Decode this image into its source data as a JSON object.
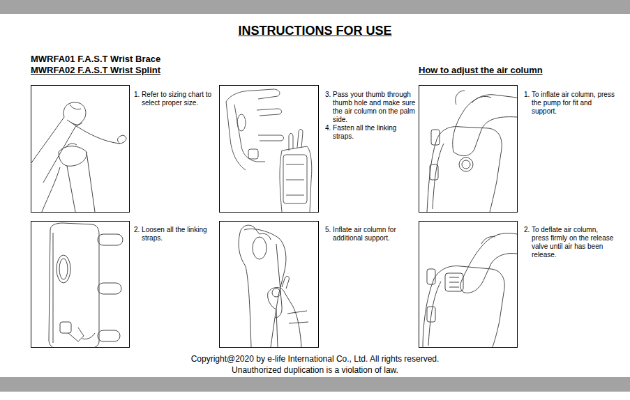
{
  "diagram": {
    "title": "INSTRUCTIONS FOR USE",
    "labels": [
      "MWRFA01 F.A.S.T Wrist Brace",
      "MWRFA02 F.A.S.T Wrist Splint",
      "How to adjust the air column",
      "1. Refer to sizing chart to select proper size.",
      "2. Loosen all the linking straps.",
      "3. Pass your thumb through thumb hole and make sure the air column on the palm side.",
      "4. Fasten all the linking straps.",
      "5. Inflate air column for additional support.",
      "1. To inflate air column, press the pump for fit and support.",
      "2. To deflate air column, press firmly on the release valve until air has been release.",
      "Copyright@2020 by e-life International Co., Ltd. All rights reserved.",
      "Unauthorized duplication is a violation of law."
    ]
  }
}
